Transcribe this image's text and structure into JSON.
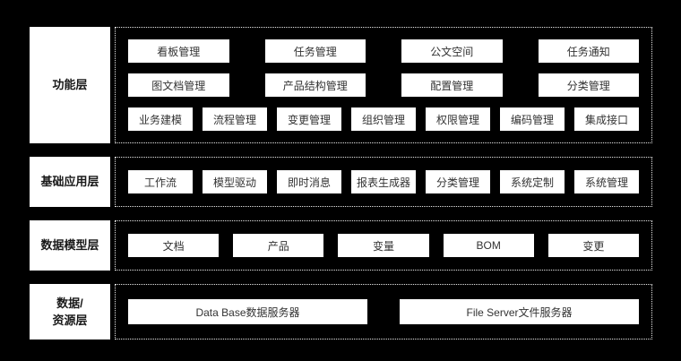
{
  "colors": {
    "background": "#000000",
    "node_background": "#ffffff",
    "node_text": "#333333",
    "container_border": "#e8e8e8"
  },
  "layers": [
    {
      "label": "功能层",
      "rows": [
        [
          "看板管理",
          "任务管理",
          "公文空间",
          "任务通知"
        ],
        [
          "图文档管理",
          "产品结构管理",
          "配置管理",
          "分类管理"
        ],
        [
          "业务建模",
          "流程管理",
          "变更管理",
          "组织管理",
          "权限管理",
          "编码管理",
          "集成接口"
        ]
      ]
    },
    {
      "label": "基础应用层",
      "rows": [
        [
          "工作流",
          "模型驱动",
          "即时消息",
          "报表生成器",
          "分类管理",
          "系统定制",
          "系统管理"
        ]
      ]
    },
    {
      "label": "数据模型层",
      "rows": [
        [
          "文档",
          "产品",
          "变量",
          "BOM",
          "变更"
        ]
      ]
    },
    {
      "label": "数据/\n资源层",
      "rows": [
        [
          "Data Base数据服务器",
          "File Server文件服务器"
        ]
      ]
    }
  ]
}
